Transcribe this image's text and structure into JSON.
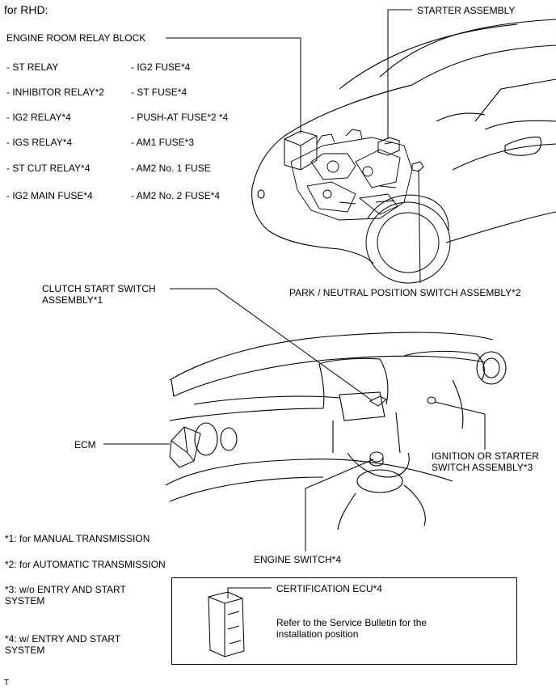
{
  "header": "for RHD:",
  "labels": {
    "relay_block": "ENGINE ROOM RELAY BLOCK",
    "starter": "STARTER ASSEMBLY",
    "park_neutral": "PARK / NEUTRAL POSITION SWITCH ASSEMBLY*2",
    "clutch_line1": "CLUTCH START SWITCH",
    "clutch_line2": "ASSEMBLY*1",
    "ecm": "ECM",
    "ignition_line1": "IGNITION OR STARTER",
    "ignition_line2": "SWITCH ASSEMBLY*3",
    "engine_switch": "ENGINE SWITCH*4",
    "cert_ecu": "CERTIFICATION ECU*4",
    "cert_note_line1": "Refer to the Service Bulletin for the",
    "cert_note_line2": "installation position"
  },
  "relay_items_left": [
    "- ST RELAY",
    "- INHIBITOR RELAY*2",
    "- IG2 RELAY*4",
    "- IGS RELAY*4",
    "- ST CUT RELAY*4",
    "- IG2 MAIN FUSE*4"
  ],
  "relay_items_right": [
    "- IG2 FUSE*4",
    "- ST FUSE*4",
    "- PUSH-AT FUSE*2 *4",
    "- AM1 FUSE*3",
    "- AM2 No. 1 FUSE",
    "- AM2 No. 2 FUSE*4"
  ],
  "footnotes": {
    "n1": "*1: for MANUAL TRANSMISSION",
    "n2": "*2: for AUTOMATIC TRANSMISSION",
    "n3_line1": "*3: w/o ENTRY AND START",
    "n3_line2": "SYSTEM",
    "n4_line1": "*4: w/ ENTRY AND START",
    "n4_line2": "SYSTEM"
  },
  "corner_mark": "T"
}
